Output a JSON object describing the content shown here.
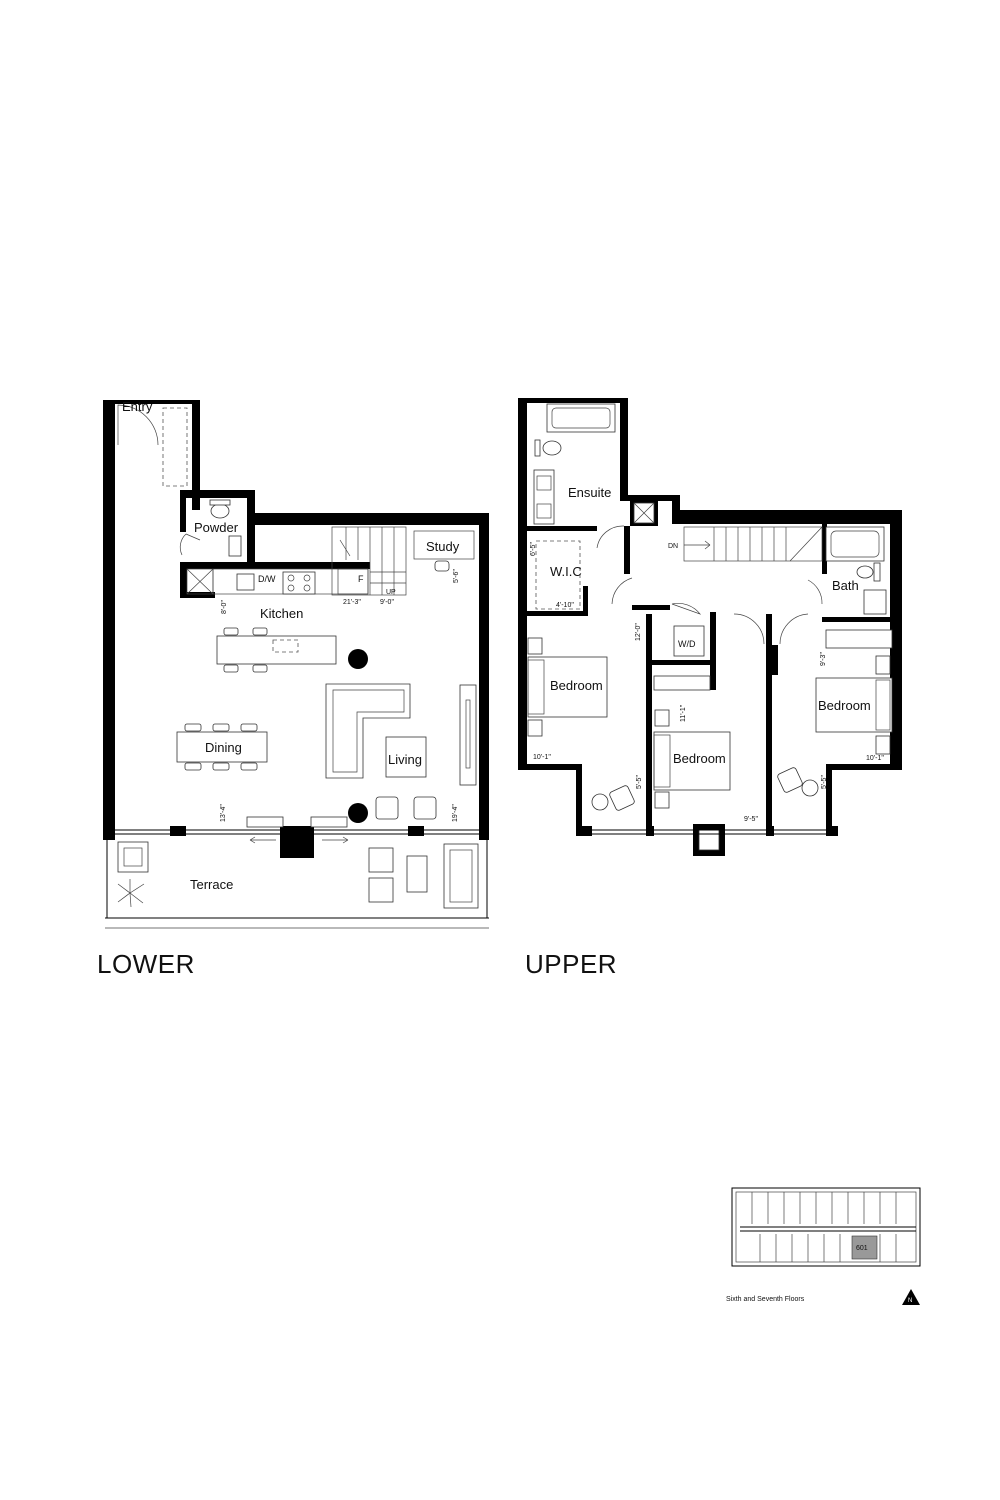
{
  "levels": {
    "lower": "LOWER",
    "upper": "UPPER"
  },
  "lower_rooms": {
    "entry": "Entry",
    "powder": "Powder",
    "study": "Study",
    "kitchen": "Kitchen",
    "dining": "Dining",
    "living": "Living",
    "terrace": "Terrace",
    "dw": "D/W",
    "fridge": "F",
    "up": "UP"
  },
  "lower_dims": {
    "study_h": "5'-6\"",
    "kitchen_h": "8'-0\"",
    "kitchen_w": "21'-3\"",
    "kitchen_w2": "9'-0\"",
    "living_h": "13'-4\"",
    "living_w": "19'-4\""
  },
  "upper_rooms": {
    "ensuite": "Ensuite",
    "wic": "W.I.C",
    "bath": "Bath",
    "wd": "W/D",
    "dn": "DN",
    "bedroom1": "Bedroom",
    "bedroom2": "Bedroom",
    "bedroom3": "Bedroom"
  },
  "upper_dims": {
    "wic_h": "6'-5\"",
    "wic_w": "4'-10\"",
    "hall_h": "12'-0\"",
    "bed1_w": "10'-1\"",
    "bed1_h": "5'-5\"",
    "bed2_h": "11'-1\"",
    "bed2_w": "9'-5\"",
    "bed3_h": "9'-3\"",
    "bed3_w": "10'-1\"",
    "bed3_h2": "5'-5\""
  },
  "keyplan": {
    "unit": "601",
    "caption": "Sixth and Seventh Floors",
    "north": "N"
  }
}
